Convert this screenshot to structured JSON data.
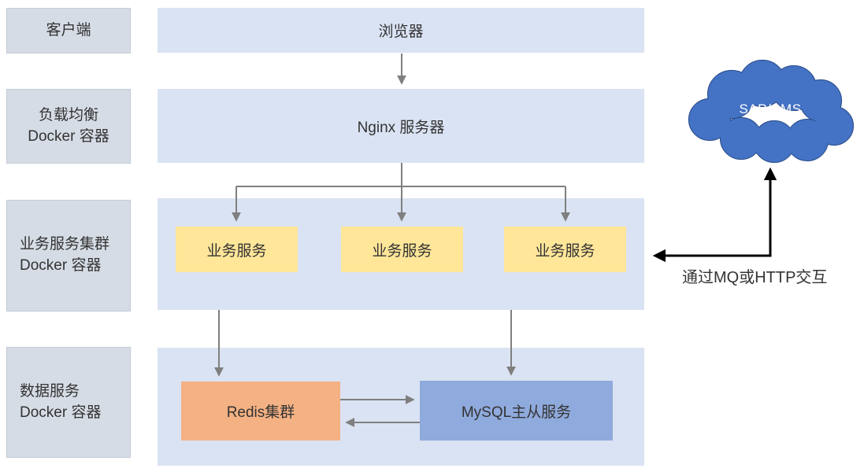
{
  "theme": {
    "text": "#333333",
    "lane_bg": "#d6dce5",
    "lane_border": "#c4cbd6",
    "container_bg": "#dae3f3",
    "service_bg": "#ffe699",
    "redis_bg": "#f4b183",
    "mysql_bg": "#8faadc",
    "cloud_bg": "#4472c4",
    "cloud_border": "#2f528f",
    "cloud_text": "#ffffff",
    "arrow_gray": "#7f7f7f",
    "arrow_black": "#000000"
  },
  "lanes": [
    {
      "lines": [
        "客户端"
      ]
    },
    {
      "lines": [
        "负载均衡",
        "Docker 容器"
      ]
    },
    {
      "lines": [
        "业务服务集群",
        "Docker 容器"
      ]
    },
    {
      "lines": [
        "数据服务",
        "Docker 容器"
      ]
    }
  ],
  "nodes": {
    "browser": "浏览器",
    "nginx": "Nginx 服务器",
    "services": [
      "业务服务",
      "业务服务",
      "业务服务"
    ],
    "redis": "Redis集群",
    "mysql": "MySQL主从服务",
    "cloud": "SAP/SMS"
  },
  "annotations": {
    "mq_label": "通过MQ或HTTP交互"
  }
}
